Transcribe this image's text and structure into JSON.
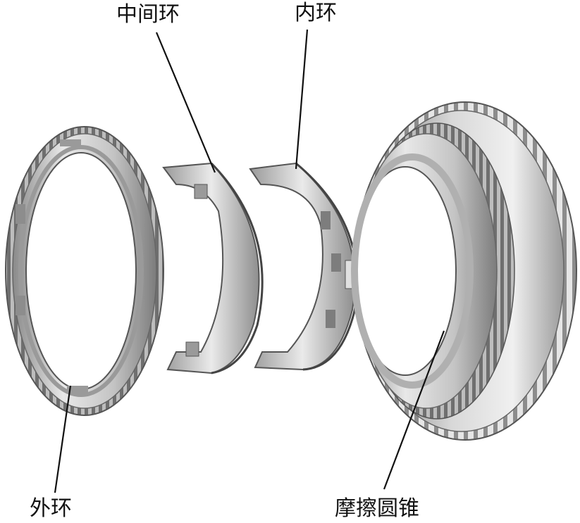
{
  "labels": {
    "outer_ring": "外环",
    "middle_ring": "中间环",
    "inner_ring": "内环",
    "friction_cone": "摩擦圆锥"
  },
  "colors": {
    "metal_light": "#e4e4e4",
    "metal_mid": "#b9b9b9",
    "metal_dark": "#7a7a7a",
    "metal_shadow": "#4a4a4a",
    "ink": "#111111"
  }
}
